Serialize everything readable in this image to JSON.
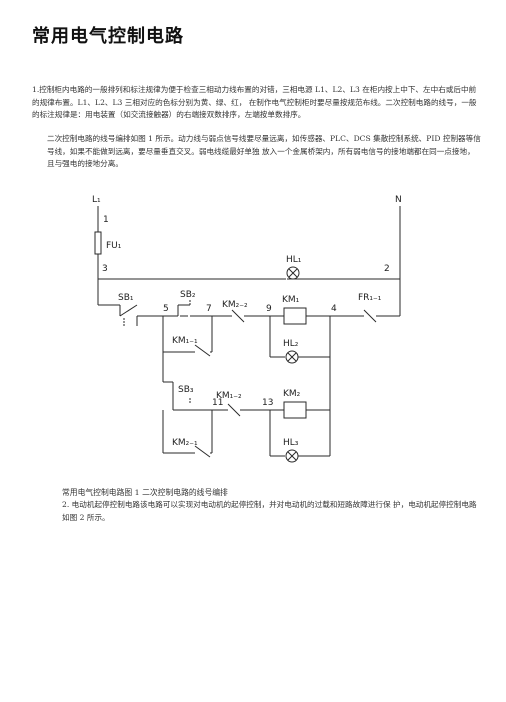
{
  "document": {
    "title": "常用电气控制电路",
    "paragraph1": "1.控制柜内电路的一般排列和标注规律为便于检查三相动力线布置的对错，三相电源 L1、L2、L3 在柜内按上中下、左中右或后中前的规律布置。L1、L2、L3 三相对应的色标分别为黄、绿、红，  在制作电气控制柜时要尽量按规范布线。二次控制电路的线号，一般的标注规律是：用电装置（如交流接触器）的右端接双数排序，左端按单数排序。",
    "paragraph2": "二次控制电路的线号编排如图 1 所示。动力线与弱点信号线要尽量远离，如传感器、PLC、DCS 集散控制系统、PID 控制器等信号线，如果不能做到远离，要尽量垂直交叉。弱电线缆最好单独 放入一个金属桥架内，所有弱电信号的接地端都在同一点接地，且与强电的接地分离。",
    "figure_caption": "常用电气控制电路图 1  二次控制电路的线号编排",
    "paragraph3": "2.  电动机起停控制电路该电路可以实现对电动机的起停控制，并对电动机的过载和短路故障进行保 护，电动机起停控制电路如图 2 所示。"
  },
  "diagram": {
    "labels": {
      "L1": "L₁",
      "N": "N",
      "fuse": "FU₁",
      "wire1": "1",
      "wire3": "3",
      "wire2": "2",
      "HL1": "HL₁",
      "SB1": "SB₁",
      "SB2": "SB₂",
      "wire5": "5",
      "wire7": "7",
      "KM2_2": "KM₂₋₂",
      "wire9": "9",
      "KM1": "KM₁",
      "wire4": "4",
      "FR": "FR₁₋₁",
      "KM1_1": "KM₁₋₁",
      "HL2": "HL₂",
      "SB3": "SB₃",
      "KM1_2": "KM₁₋₂",
      "wire11": "11",
      "wire13": "13",
      "KM2": "KM₂",
      "HL3": "HL₃",
      "KM2_1": "KM₂₋₁"
    }
  }
}
